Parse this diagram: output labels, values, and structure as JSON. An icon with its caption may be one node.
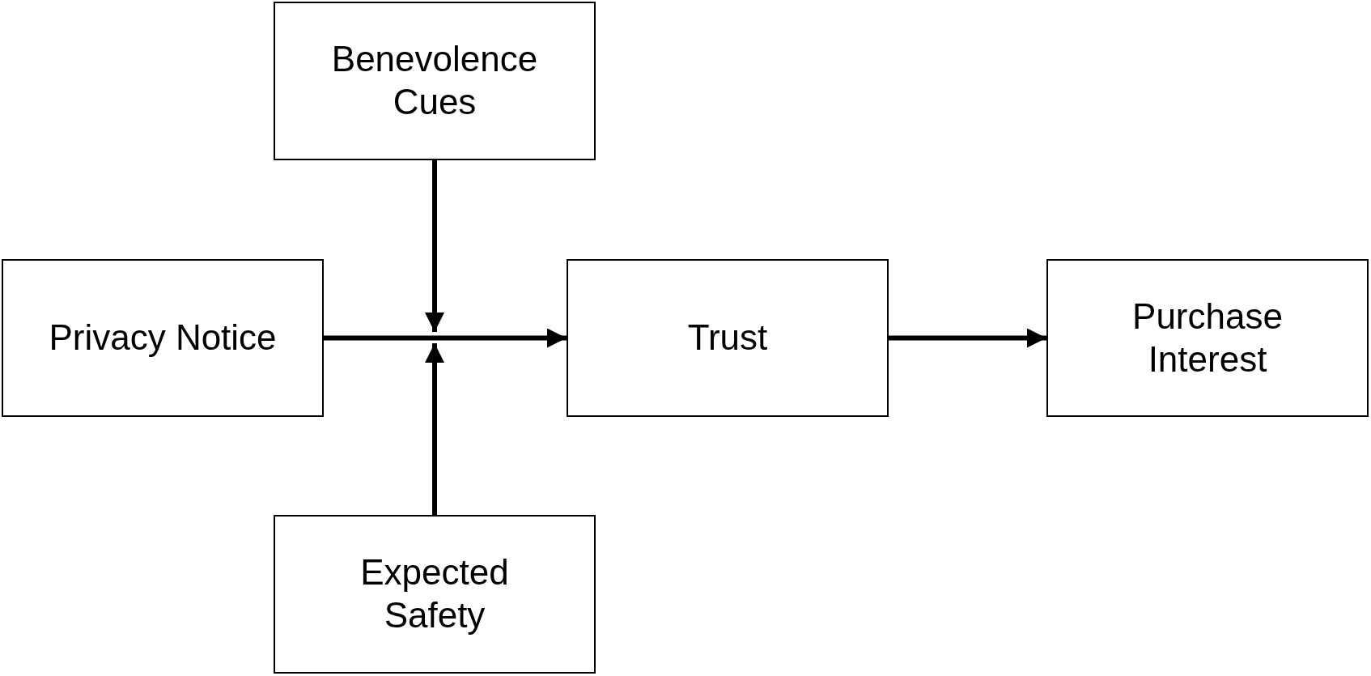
{
  "diagram": {
    "nodes": [
      {
        "text": [
          "Benevolence Cues"
        ]
      },
      {
        "text": [
          "Privacy Notice"
        ]
      },
      {
        "text": [
          "Trust"
        ]
      },
      {
        "text": [
          "Purchase Interest"
        ]
      },
      {
        "text": [
          "Expected Safety"
        ]
      }
    ],
    "edges": [
      {
        "from": 1,
        "to": 2,
        "arrow": "to"
      },
      {
        "from": 2,
        "to": 3,
        "arrow": "to"
      },
      {
        "from": 0,
        "to": null,
        "arrow": "to"
      },
      {
        "from": 4,
        "to": null,
        "arrow": "to"
      }
    ]
  }
}
